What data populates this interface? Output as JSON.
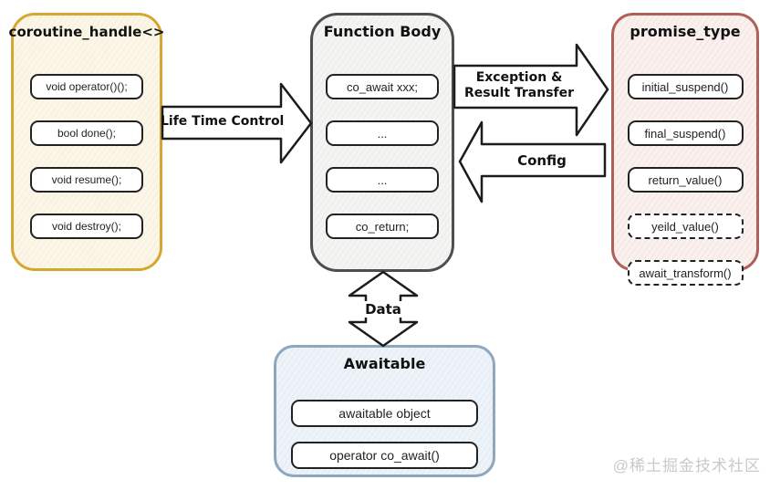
{
  "watermark": "@稀土掘金技术社区",
  "colors": {
    "coroutine_border": "#d5a72f",
    "coroutine_fill": "#fbf6e8",
    "function_border": "#4e4e4e",
    "function_fill": "#f4f4f3",
    "promise_border": "#b0605a",
    "promise_fill": "#faf0ee",
    "awaitable_border": "#8fa7bd",
    "awaitable_fill": "#edf3f8",
    "arrow_stroke": "#1c1c1c"
  },
  "boxes": {
    "coroutine_handle": {
      "title": "coroutine_handle<>",
      "items": [
        {
          "label": "void operator()();",
          "style": "solid"
        },
        {
          "label": "bool done();",
          "style": "solid"
        },
        {
          "label": "void resume();",
          "style": "solid"
        },
        {
          "label": "void destroy();",
          "style": "solid"
        }
      ]
    },
    "function_body": {
      "title": "Function Body",
      "items": [
        {
          "label": "co_await xxx;",
          "style": "solid"
        },
        {
          "label": "...",
          "style": "solid"
        },
        {
          "label": "...",
          "style": "solid"
        },
        {
          "label": "co_return;",
          "style": "solid"
        }
      ]
    },
    "promise_type": {
      "title": "promise_type",
      "items": [
        {
          "label": "initial_suspend()",
          "style": "solid"
        },
        {
          "label": "final_suspend()",
          "style": "solid"
        },
        {
          "label": "return_value()",
          "style": "solid"
        },
        {
          "label": "yeild_value()",
          "style": "dashed"
        },
        {
          "label": "await_transform()",
          "style": "dashed"
        }
      ]
    },
    "awaitable": {
      "title": "Awaitable",
      "items": [
        {
          "label": "awaitable object",
          "style": "solid"
        },
        {
          "label": "operator co_await()",
          "style": "solid"
        }
      ]
    }
  },
  "arrows": {
    "life_time_control": {
      "label": "Life Time Control",
      "direction": "right",
      "from": "coroutine_handle",
      "to": "function_body"
    },
    "exception_result": {
      "label_line1": "Exception &",
      "label_line2": "Result Transfer",
      "direction": "right",
      "from": "function_body",
      "to": "promise_type"
    },
    "config": {
      "label": "Config",
      "direction": "left",
      "from": "promise_type",
      "to": "function_body"
    },
    "data": {
      "label": "Data",
      "direction": "both",
      "from": "function_body",
      "to": "awaitable"
    }
  }
}
